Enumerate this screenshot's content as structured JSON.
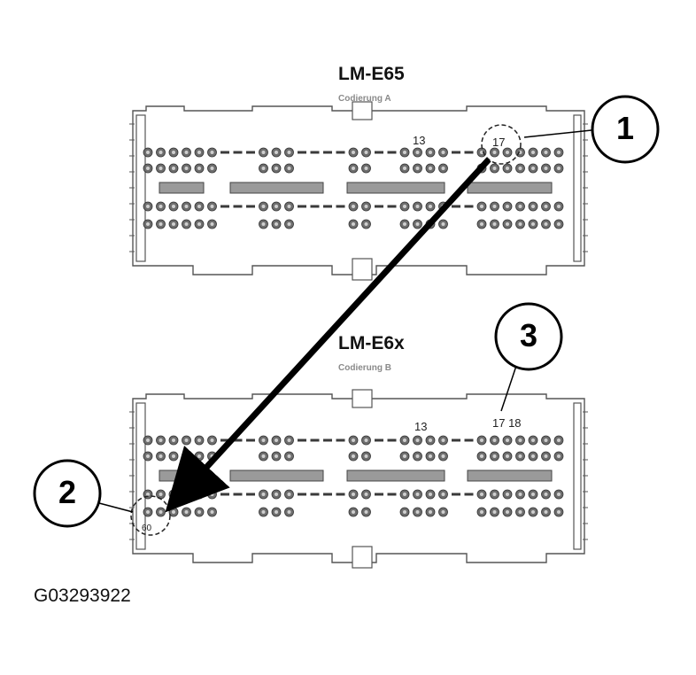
{
  "connectors": {
    "top": {
      "title": "LM-E65",
      "subtitle": "Codierung A",
      "pin_labels": [
        "13",
        "17"
      ]
    },
    "bottom": {
      "title": "LM-E6x",
      "subtitle": "Codierung B",
      "pin_labels": [
        "13",
        "17 18",
        "60"
      ]
    }
  },
  "callouts": [
    "1",
    "2",
    "3"
  ],
  "figure_id": "G03293922",
  "colors": {
    "line": "#000000",
    "connector_fill": "#ffffff",
    "pin": "#6e6e6e",
    "pin_dark": "#3a3a3a",
    "bar": "#9a9a9a"
  }
}
